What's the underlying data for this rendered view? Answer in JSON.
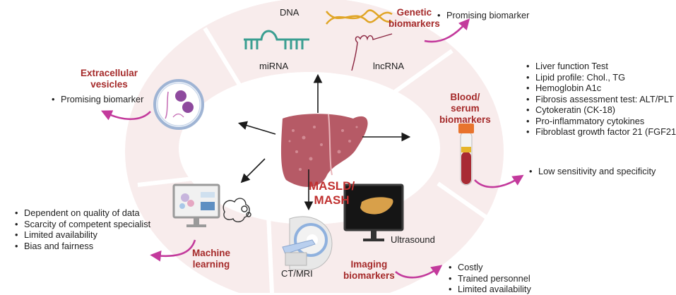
{
  "center": {
    "label_line1": "MASLD/",
    "label_line2": "MASH",
    "icon": "liver-icon"
  },
  "colors": {
    "ring": "#f8ecec",
    "category_text": "#a52a2a",
    "center_text": "#c0302f",
    "curved_arrow": "#c33a9c",
    "arrow": "#1a1a1a"
  },
  "segments": {
    "genetic": {
      "title_line1": "Genetic",
      "title_line2": "biomarkers",
      "labels": {
        "dna": "DNA",
        "mirna": "miRNA",
        "lncrna": "lncRNA"
      },
      "bullets": [
        "Promising biomarker"
      ]
    },
    "extracellular": {
      "title_line1": "Extracellular",
      "title_line2": "vesicles",
      "bullets": [
        "Promising biomarker"
      ]
    },
    "blood": {
      "title_line1": "Blood/",
      "title_line2": "serum",
      "title_line3": "biomarkers",
      "tests": [
        "Liver function Test",
        "Lipid profile: Chol., TG",
        "Hemoglobin A1c",
        "Fibrosis assessment test: ALT/PLT",
        "Cytokeratin (CK-18)",
        "Pro-inflammatory cytokines",
        "Fibroblast growth factor 21 (FGF21"
      ],
      "limitations": [
        "Low sensitivity and specificity"
      ]
    },
    "machine_learning": {
      "title_line1": "Machine",
      "title_line2": "learning",
      "limitations": [
        "Dependent on  quality of data",
        "Scarcity of competent specialist",
        "Limited availability",
        "Bias and fairness"
      ]
    },
    "imaging": {
      "title_line1": "Imaging",
      "title_line2": "biomarkers",
      "labels": {
        "ct_mri": "CT/MRI",
        "ultrasound": "Ultrasound"
      },
      "limitations": [
        "Costly",
        "Trained personnel",
        "Limited availability"
      ]
    }
  }
}
